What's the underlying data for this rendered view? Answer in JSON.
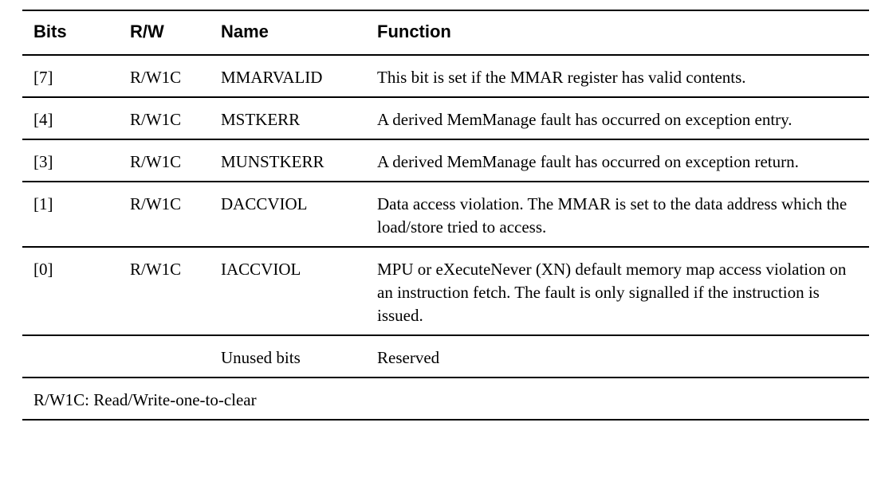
{
  "table": {
    "headers": {
      "bits": "Bits",
      "rw": "R/W",
      "name": "Name",
      "function": "Function"
    },
    "rows": [
      {
        "bits": "[7]",
        "rw": "R/W1C",
        "name": "MMARVALID",
        "function": "This bit is set if the MMAR register has valid contents."
      },
      {
        "bits": "[4]",
        "rw": "R/W1C",
        "name": "MSTKERR",
        "function": "A derived MemManage fault has occurred on exception entry."
      },
      {
        "bits": "[3]",
        "rw": "R/W1C",
        "name": "MUNSTKERR",
        "function": "A derived MemManage fault has occurred on exception return."
      },
      {
        "bits": "[1]",
        "rw": "R/W1C",
        "name": "DACCVIOL",
        "function": "Data access violation. The MMAR is set to the data address which the load/store tried to access."
      },
      {
        "bits": "[0]",
        "rw": "R/W1C",
        "name": "IACCVIOL",
        "function": "MPU or eXecuteNever (XN) default memory map access violation on an instruction fetch. The fault is only signalled if the instruction is issued."
      },
      {
        "bits": "",
        "rw": "",
        "name": "Unused bits",
        "function": "Reserved"
      }
    ],
    "footnote": "R/W1C: Read/Write-one-to-clear",
    "colors": {
      "text": "#000000",
      "rule": "#000000",
      "background": "#ffffff"
    }
  }
}
